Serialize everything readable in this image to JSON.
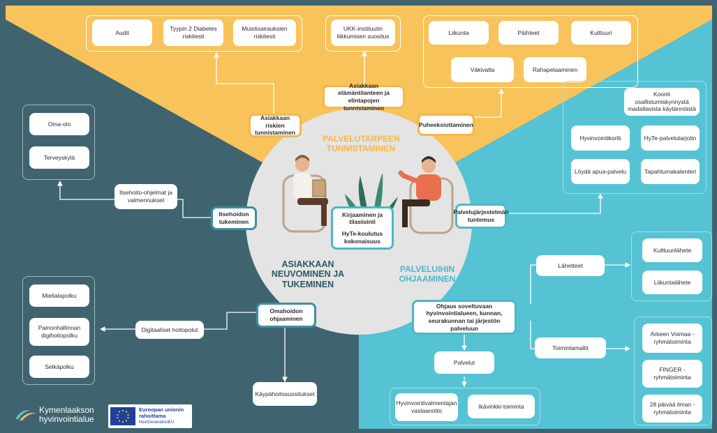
{
  "colors": {
    "yellow": "#f8c35a",
    "slate": "#3f6470",
    "cyan": "#55c3d3",
    "circle": "#e4e4e4"
  },
  "sections": {
    "top": "PALVELUTARPEEN TUNNISTAMINEN",
    "left": "ASIAKKAAN NEUVOMINEN JA TUKEMINEN",
    "right": "PALVELUIHIN OHJAAMINEN"
  },
  "center": {
    "kirjaaminen": "Kirjaaminen ja tilastointi",
    "hyte": "HyTe-koulutus kokonaisuus"
  },
  "top_left_group": [
    "Audit",
    "Tyypin 2 Diabetes riskitesti",
    "Muistisairauksien riskitesti"
  ],
  "top_mid_group": [
    "UKK-instituutin liikkumisen suositus"
  ],
  "top_right_group": [
    "Liikunta",
    "Päihteet",
    "Kulttuuri",
    "Väkivalta",
    "Rahapelaaminen"
  ],
  "hubs": {
    "elamantilanne": "Asiakkaan elämäntilanteen ja elintapojen tunnistaminen",
    "riskien": "Asiakkaan riskien tunnistaminen",
    "puheeksi": "Puheeksiottaminen",
    "itsehoidon": "Itsehoidon tukeminen",
    "omahoidon": "Omahoidon ohjaaminen",
    "palvelujarjestelma": "Palvelujärjestelmän tuntemus",
    "ohjaus": "Ohjaus soveltuvaan hyvinvointialueen, kunnan, seurakunnan tai järjestön palveluun"
  },
  "left_top_group": [
    "Oma-olo",
    "Terveyskylä"
  ],
  "itsehoito": "Itsehoito-ohjelmat ja valmennukset",
  "left_bottom_group": [
    "Mielialapolku",
    "Painonhallinnan digihoitopolku",
    "Selkäpolku"
  ],
  "digitaaliset": "Digitaaliset hoitopolut",
  "kaypa": "Käypähoitosuositukset",
  "right_top_group": {
    "koonti": "Koonti osallistumiskynnystä madaltavista käytännöistä",
    "items": [
      "Hyvinvointikortti",
      "HyTe-palvelutarjotin",
      "Löydä apua-palvelu",
      "Tapahtumakalenteri"
    ]
  },
  "lahetteet": "Lähetteet",
  "lahetteet_group": [
    "Kulttuurilähete",
    "Liikuntalähete"
  ],
  "toimintamallit": "Toimintamallit",
  "toimintamallit_group": [
    "Arkeen Voimaa -ryhmätoiminta",
    "FINGER -ryhmätoiminta",
    "28 päivää ilman -ryhmätoiminta"
  ],
  "palvelut": "Palvelut",
  "palvelut_group": [
    "Hyvinvointivalmentajan vastaanotto",
    "Ikävinkki-toiminta"
  ],
  "logo": {
    "line1": "Kymenlaakson",
    "line2": "hyvinvointialue"
  },
  "eu": {
    "line1": "Euroopan unionin",
    "line2": "rahoittama",
    "line3": "NextGenerationEU"
  }
}
